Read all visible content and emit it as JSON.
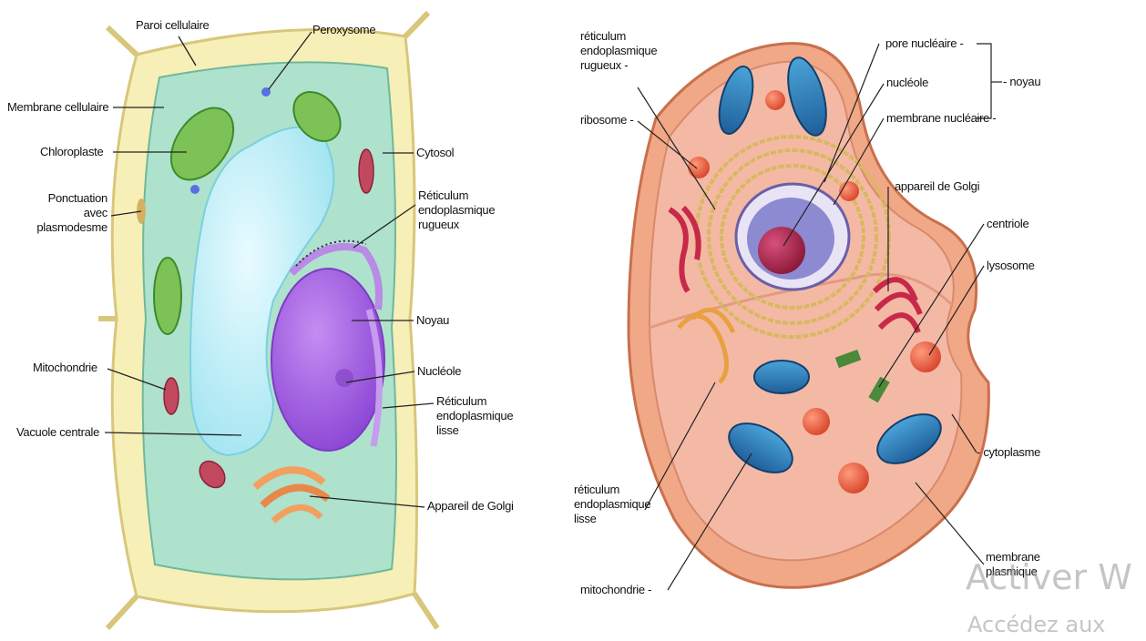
{
  "plant": {
    "labels": {
      "paroi": "Paroi cellulaire",
      "peroxysome": "Peroxysome",
      "membrane": "Membrane cellulaire",
      "chloroplaste": "Chloroplaste",
      "cytosol": "Cytosol",
      "ponctuation": [
        "Ponctuation",
        "avec",
        "plasmodesme"
      ],
      "rer": [
        "Réticulum",
        "endoplasmique",
        "rugueux"
      ],
      "noyau": "Noyau",
      "mitochondrie": "Mitochondrie",
      "nucleole": "Nucléole",
      "ser": [
        "Réticulum",
        "endoplasmique",
        "lisse"
      ],
      "vacuole": "Vacuole centrale",
      "golgi": "Appareil de Golgi"
    }
  },
  "animal": {
    "labels": {
      "rer": [
        "réticulum",
        "endoplasmique",
        "rugueux -"
      ],
      "ribosome": "ribosome -",
      "pore": "pore nucléaire -",
      "nucleole": "nucléole",
      "membrane_nucleaire": "membrane nucléaire -",
      "noyau": "- noyau",
      "golgi": "appareil de Golgi",
      "centriole": "centriole",
      "lysosome": "lysosome",
      "cytoplasme": "- cytoplasme",
      "ser": [
        "réticulum",
        "endoplasmique",
        "lisse"
      ],
      "mitochondrie": "mitochondrie -",
      "membrane_plasmique": [
        "membrane",
        "plasmique"
      ]
    }
  },
  "watermark": {
    "line1": "Activer W",
    "line2": "Accédez aux"
  }
}
